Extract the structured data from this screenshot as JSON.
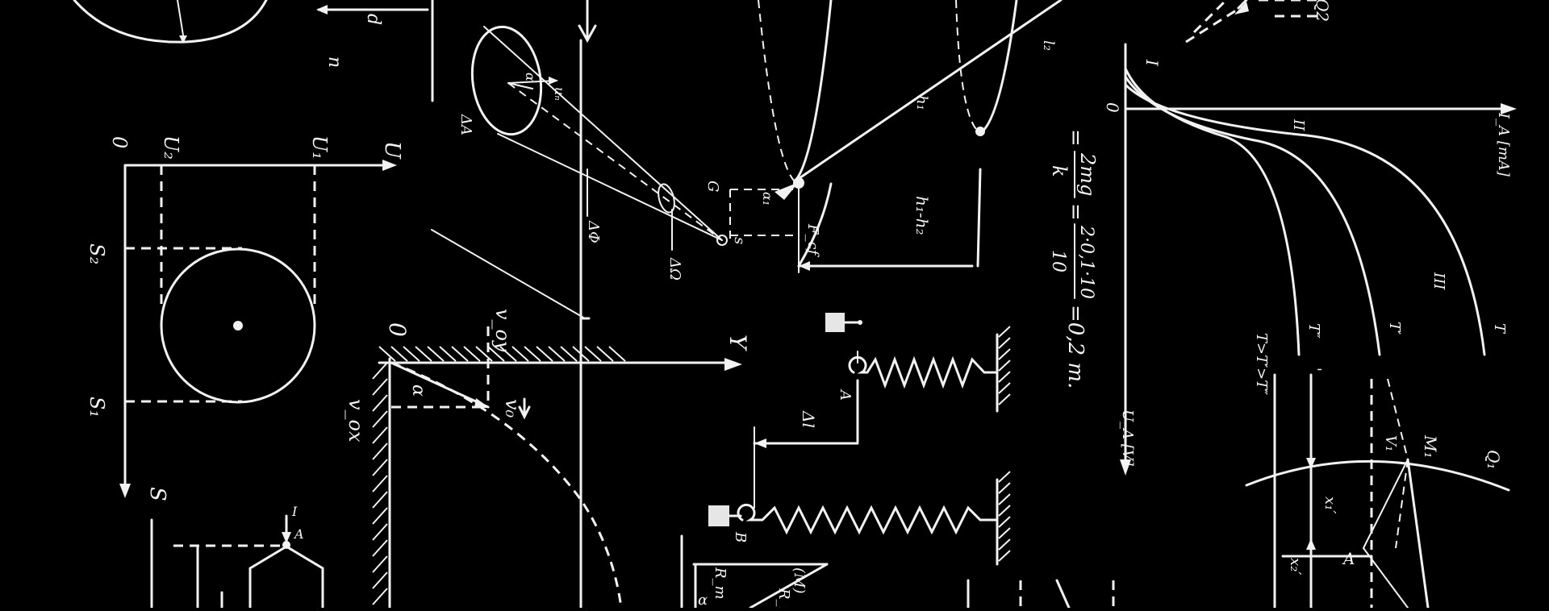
{
  "scene": {
    "background": "#000000",
    "ink": "#f2f2f2",
    "labels": {
      "d": "d",
      "n": "n",
      "zero_top": "0",
      "U2": "U₂",
      "U1": "U₁",
      "U": "U",
      "S2": "S₂",
      "S1": "S₁",
      "S": "S",
      "I": "I",
      "A": "A",
      "dA": "ΔA",
      "un": "uₙ",
      "alpha_cone": "α",
      "dPhi": "ΔΦ",
      "dOmega": "ΔΩ",
      "G": "G",
      "s": "s",
      "alpha1": "α₁",
      "Fcf": "F_cf",
      "h1": "h₁",
      "l2": "l₂",
      "h1h2": "h₁-h₂",
      "Ox": "0",
      "voy": "v_oy",
      "Y": "Y",
      "vox": "v_ox",
      "vo": "v₀",
      "alpha_proj": "α",
      "dl": "Δl",
      "A_spring": "A",
      "B_spring": "B",
      "Rm": "R_m",
      "M": "(M)",
      "Rm2": "R_m",
      "alpha_bottom": "α",
      "eq1": "= 2mg / k = 2·0,1·10 / 10 = 0,2 m.",
      "eq_frac_num": "2mg",
      "eq_frac_den": "k",
      "eq_num2": "2·0,1·10",
      "eq_den2": "10",
      "eq_result": "=0,2 m.",
      "zero_graph": "0",
      "I_graph": "I",
      "II_graph": "II",
      "III_graph": "III",
      "IA": "I_A [mA]",
      "UA": "U_A [V]",
      "T2": "T″",
      "T1": "T′",
      "T": "T",
      "Tineq": "T>T′>T″",
      "M1": "M₁",
      "Q1": "Q₁",
      "V1": "V₁",
      "x1": "x₁′",
      "x2": "x₂′",
      "A_bottom": "A",
      "I_small": "I",
      "A_small": "A",
      "Q2": "Q2"
    }
  }
}
